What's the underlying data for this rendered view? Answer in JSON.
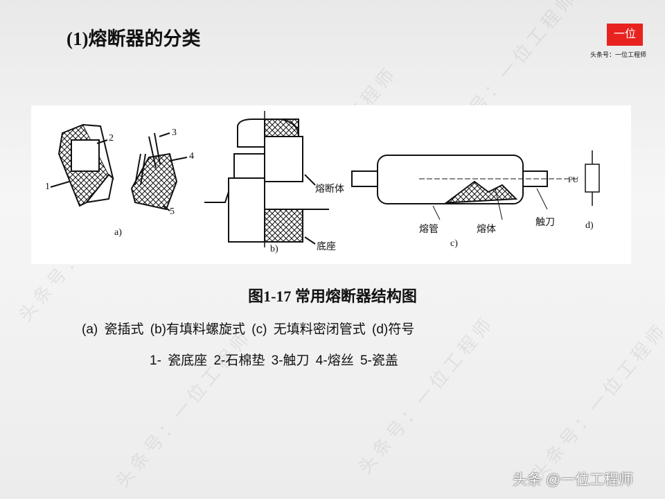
{
  "title": "(1)熔断器的分类",
  "logo": {
    "mark": "一位",
    "subtitle": "头条号：一位工程师"
  },
  "watermark": "头条号：一位工程师",
  "figure": {
    "labels": {
      "n1": "1",
      "n2": "2",
      "n3": "3",
      "n4": "4",
      "n5": "5",
      "a": "a)",
      "b": "b)",
      "c": "c)",
      "d": "d)",
      "fuse_body": "熔断体",
      "base": "底座",
      "tube": "熔管",
      "melt": "熔体",
      "blade": "触刀",
      "fu": "FU"
    }
  },
  "caption": "图1-17  常用熔断器结构图",
  "legend_line1": "(a) 瓷插式   (b)有填料螺旋式   (c) 无填料密闭管式   (d)符号",
  "legend_line2": "1- 瓷底座    2-石棉垫   3-触刀    4-熔丝    5-瓷盖",
  "credit": "头条 @一位工程师"
}
